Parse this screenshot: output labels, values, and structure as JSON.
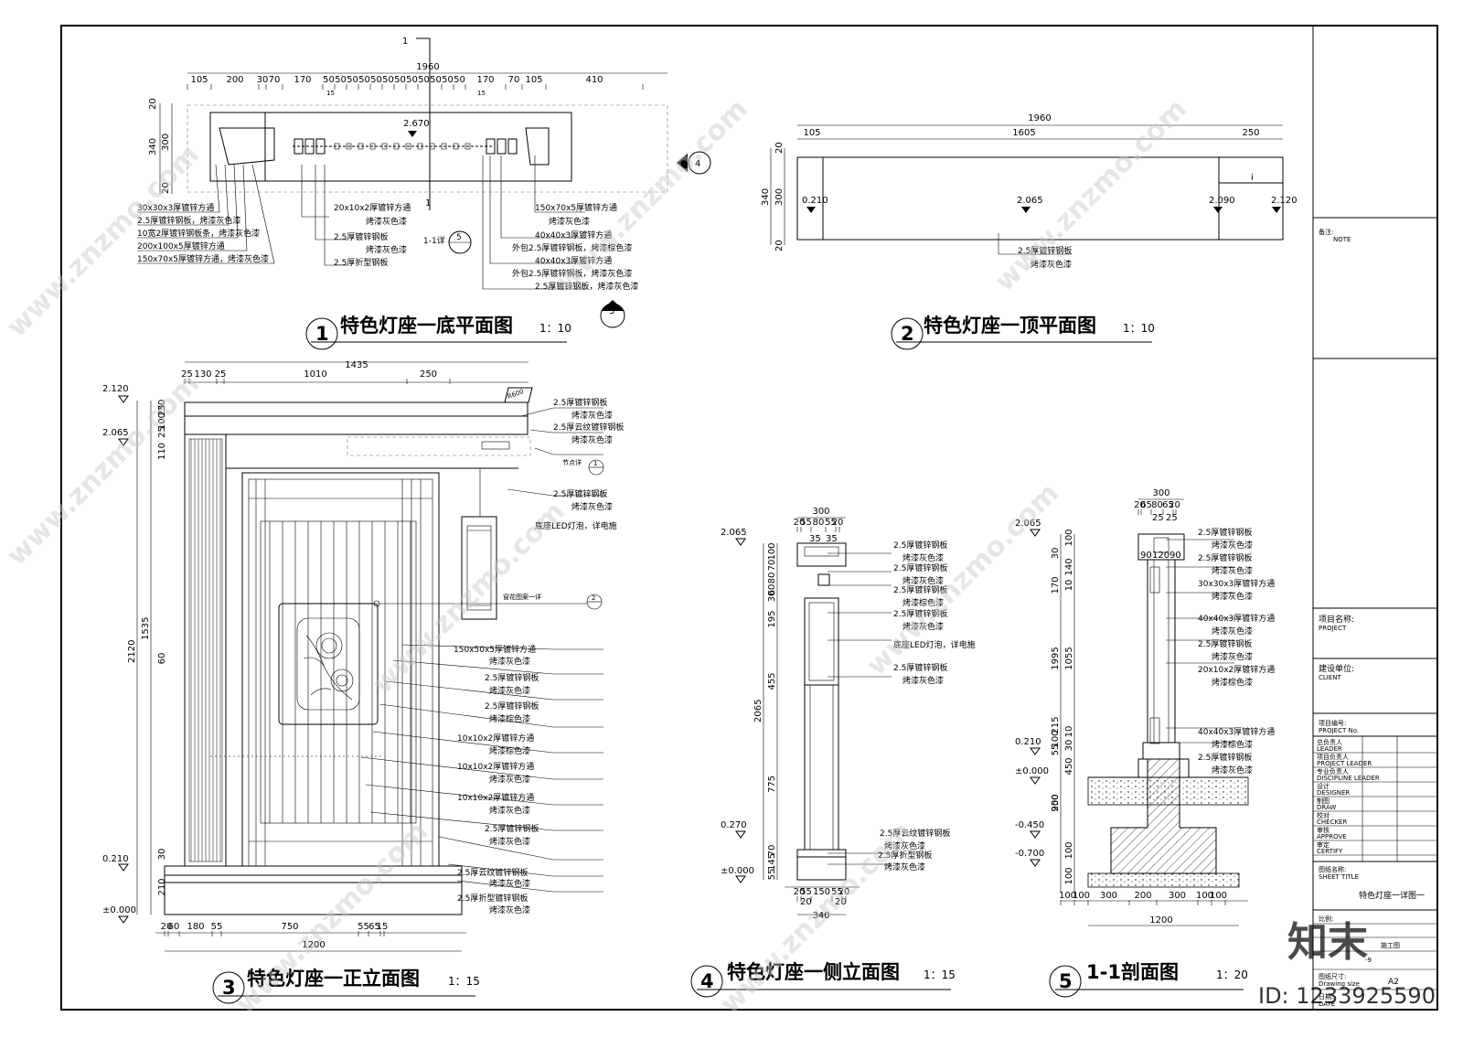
{
  "views": {
    "v1": {
      "no": "1",
      "title": "特色灯座一底平面图",
      "scale": "1：10"
    },
    "v2": {
      "no": "2",
      "title": "特色灯座一顶平面图",
      "scale": "1：10"
    },
    "v3": {
      "no": "3",
      "title": "特色灯座一正立面图",
      "scale": "1：15"
    },
    "v4": {
      "no": "4",
      "title": "特色灯座一侧立面图",
      "scale": "1：15"
    },
    "v5": {
      "no": "5",
      "title": "1-1剖面图",
      "scale": "1：20"
    }
  },
  "plan1": {
    "total": "1960",
    "dims": [
      "105",
      "200",
      "30",
      "70",
      "170",
      "50",
      "50",
      "50",
      "50",
      "50",
      "50",
      "50",
      "50",
      "50",
      "50",
      "50",
      "50",
      "170",
      "70",
      "105",
      "410"
    ],
    "sub15a": "15",
    "sub15b": "15",
    "vdims": [
      "20",
      "300",
      "340",
      "20"
    ],
    "level": "2.670",
    "section_mark": "1",
    "section_ref": "1-1详",
    "section_ref_no": "5",
    "callouts_left": [
      "30x30x3厚镀锌方通",
      "2.5厚镀锌钢板，烤漆灰色漆",
      "10宽2厚镀锌钢板条，烤漆灰色漆",
      "200x100x5厚镀锌方通",
      "150x70x5厚镀锌方通，烤漆灰色漆"
    ],
    "callouts_mid": [
      "20x10x2厚镀锌方通",
      "烤漆灰色漆",
      "2.5厚镀锌钢板",
      "烤漆灰色漆",
      "2.5厚折型钢板"
    ],
    "callouts_right": [
      "150x70x5厚镀锌方通",
      "烤漆灰色漆",
      "40x40x3厚镀锌方通",
      "外包2.5厚镀锌钢板，烤漆棕色漆",
      "40x40x3厚镀锌方通",
      "外包2.5厚镀锌钢板，烤漆灰色漆",
      "2.5厚镀锌钢板，烤漆灰色漆"
    ],
    "elev_ref": "4",
    "elev_ref2": "3"
  },
  "plan2": {
    "total": "1960",
    "dims": [
      "105",
      "1605",
      "250"
    ],
    "vdims": [
      "20",
      "300",
      "340",
      "20"
    ],
    "levels": [
      "0.210",
      "2.065",
      "2.090",
      "2.120"
    ],
    "mark": "i",
    "callout": [
      "2.5厚镀锌钢板",
      "烤漆灰色漆"
    ]
  },
  "front": {
    "total": "1435",
    "top_dims": [
      "25",
      "130",
      "25",
      "1010",
      "250"
    ],
    "radius": "R600",
    "levels": [
      "2.120",
      "2.065",
      "0.210",
      "±0.000"
    ],
    "vdims_outer": [
      "2120",
      "1535"
    ],
    "vdims_inner": [
      "30",
      "25",
      "100",
      "25",
      "110",
      "60",
      "30",
      "210"
    ],
    "bottom_dims": [
      "20",
      "60",
      "180",
      "55",
      "750",
      "55",
      "65",
      "15"
    ],
    "bottom_total": "1200",
    "detail_ref": "节点详",
    "detail_no": "1",
    "pattern_ref": "窗花图案一详",
    "pattern_no": "2",
    "callouts": [
      "2.5厚镀锌钢板",
      "烤漆灰色漆",
      "2.5厚云纹镀锌钢板",
      "烤漆灰色漆",
      "2.5厚镀锌钢板",
      "烤漆灰色漆",
      "底座LED灯泡，详电施",
      "150x50x5厚镀锌方通",
      "烤漆灰色漆",
      "2.5厚镀锌钢板",
      "烤漆灰色漆",
      "2.5厚镀锌钢板",
      "烤漆棕色漆",
      "10x10x2厚镀锌方通",
      "烤漆棕色漆",
      "10x10x2厚镀锌方通",
      "烤漆灰色漆",
      "10x10x2厚镀锌方通",
      "烤漆灰色漆",
      "2.5厚镀锌钢板",
      "烤漆灰色漆",
      "2.5厚云纹镀锌钢板",
      "烤漆灰色漆",
      "2.5厚折型镀锌钢板",
      "烤漆灰色漆"
    ]
  },
  "side": {
    "top_total": "300",
    "top_dims": [
      "20",
      "55",
      "80",
      "55",
      "20"
    ],
    "top_sub": [
      "35",
      "35"
    ],
    "levels": [
      "2.065",
      "0.270",
      "±0.000"
    ],
    "vdims": [
      "100",
      "70",
      "80",
      "60",
      "30",
      "195",
      "455",
      "775",
      "70",
      "145",
      "55"
    ],
    "vtotal": "2065",
    "bottom_dims": [
      "20",
      "55",
      "150",
      "55",
      "20"
    ],
    "bottom_sub": [
      "20",
      "20"
    ],
    "bottom_total": "340",
    "callouts": [
      "2.5厚镀锌钢板",
      "烤漆灰色漆",
      "2.5厚镀锌钢板",
      "烤漆灰色漆",
      "2.5厚镀锌钢板",
      "烤漆棕色漆",
      "2.5厚镀锌钢板",
      "烤漆灰色漆",
      "底座LED灯泡，详电施",
      "2.5厚镀锌钢板",
      "烤漆灰色漆",
      "2.5厚云纹镀锌钢板",
      "烤漆灰色漆",
      "2.5厚折型钢板",
      "烤漆灰色漆"
    ]
  },
  "section": {
    "top_total": "300",
    "top_dims": [
      "20",
      "65",
      "80",
      "65",
      "20"
    ],
    "top_sub": [
      "25",
      "25"
    ],
    "inner": [
      "90",
      "120",
      "90"
    ],
    "levels": [
      "2.065",
      "0.210",
      "±0.000",
      "-0.450",
      "-0.700"
    ],
    "vdims": [
      "100",
      "30",
      "140",
      "170",
      "10",
      "1995",
      "1055",
      "215",
      "10",
      "100",
      "30",
      "55",
      "450",
      "900",
      "250",
      "100",
      "100"
    ],
    "bottom_dims": [
      "100",
      "100",
      "300",
      "200",
      "300",
      "100",
      "100"
    ],
    "bottom_total": "1200",
    "callouts": [
      "2.5厚镀锌钢板",
      "烤漆灰色漆",
      "2.5厚镀锌钢板",
      "烤漆灰色漆",
      "30x30x3厚镀锌方通",
      "烤漆灰色漆",
      "40x40x3厚镀锌方通",
      "烤漆灰色漆",
      "2.5厚镀锌钢板",
      "烤漆灰色漆",
      "20x10x2厚镀锌方通",
      "烤漆棕色漆",
      "40x40x3厚镀锌方通",
      "烤漆棕色漆",
      "2.5厚镀锌钢板",
      "烤漆灰色漆"
    ]
  },
  "titleblock": {
    "note": "备注:",
    "note_en": "NOTE",
    "project": "项目名称:",
    "project_en": "PROJECT",
    "client": "建设单位:",
    "client_en": "CLIENT",
    "project_no": "项目编号:",
    "project_no_en": "PROJECT No.",
    "rows": [
      {
        "cn": "总负责人",
        "en": "LEADER"
      },
      {
        "cn": "项目负责人",
        "en": "PROJECT LEADER"
      },
      {
        "cn": "专业负责人",
        "en": "DISCIPLINE LEADER"
      },
      {
        "cn": "设计",
        "en": "DESIGNER"
      },
      {
        "cn": "制图",
        "en": "DRAW"
      },
      {
        "cn": "校对",
        "en": "CHECKER"
      },
      {
        "cn": "审核",
        "en": "APPROVE"
      },
      {
        "cn": "审定",
        "en": "CERTIFY"
      }
    ],
    "sheet_title_label": "图纸名称:",
    "sheet_title_en": "SHEET TITLE",
    "sheet_title": "特色灯座一详图一",
    "scale_label": "比例:",
    "stage_value": "施工图",
    "sheet_no_value": "-9",
    "size_label": "图纸尺寸:",
    "size_en": "Drawing size",
    "size_value": "A2",
    "date_label": "日期:",
    "date_en": "DATE"
  },
  "watermark": {
    "brand": "知末",
    "id": "ID: 1233925590",
    "site": "www.znzmo.com"
  }
}
